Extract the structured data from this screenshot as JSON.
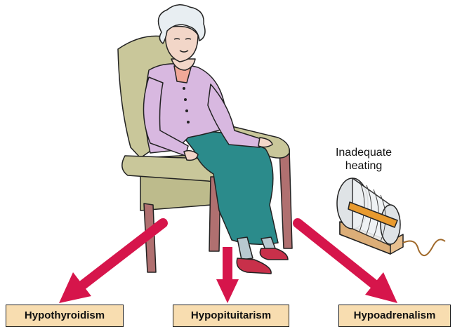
{
  "heater": {
    "line1": "Inadequate",
    "line2": "heating"
  },
  "causes": [
    {
      "label": "Hypothyroidism"
    },
    {
      "label": "Hypopituitarism"
    },
    {
      "label": "Hypoadrenalism"
    }
  ],
  "colors": {
    "arrow": "#d6154b",
    "box_fill": "#f8ddb0",
    "chair": "#c9c79a",
    "cardigan": "#d8b8e0",
    "skirt": "#2b8b8b",
    "heater_base": "#e8c090"
  }
}
